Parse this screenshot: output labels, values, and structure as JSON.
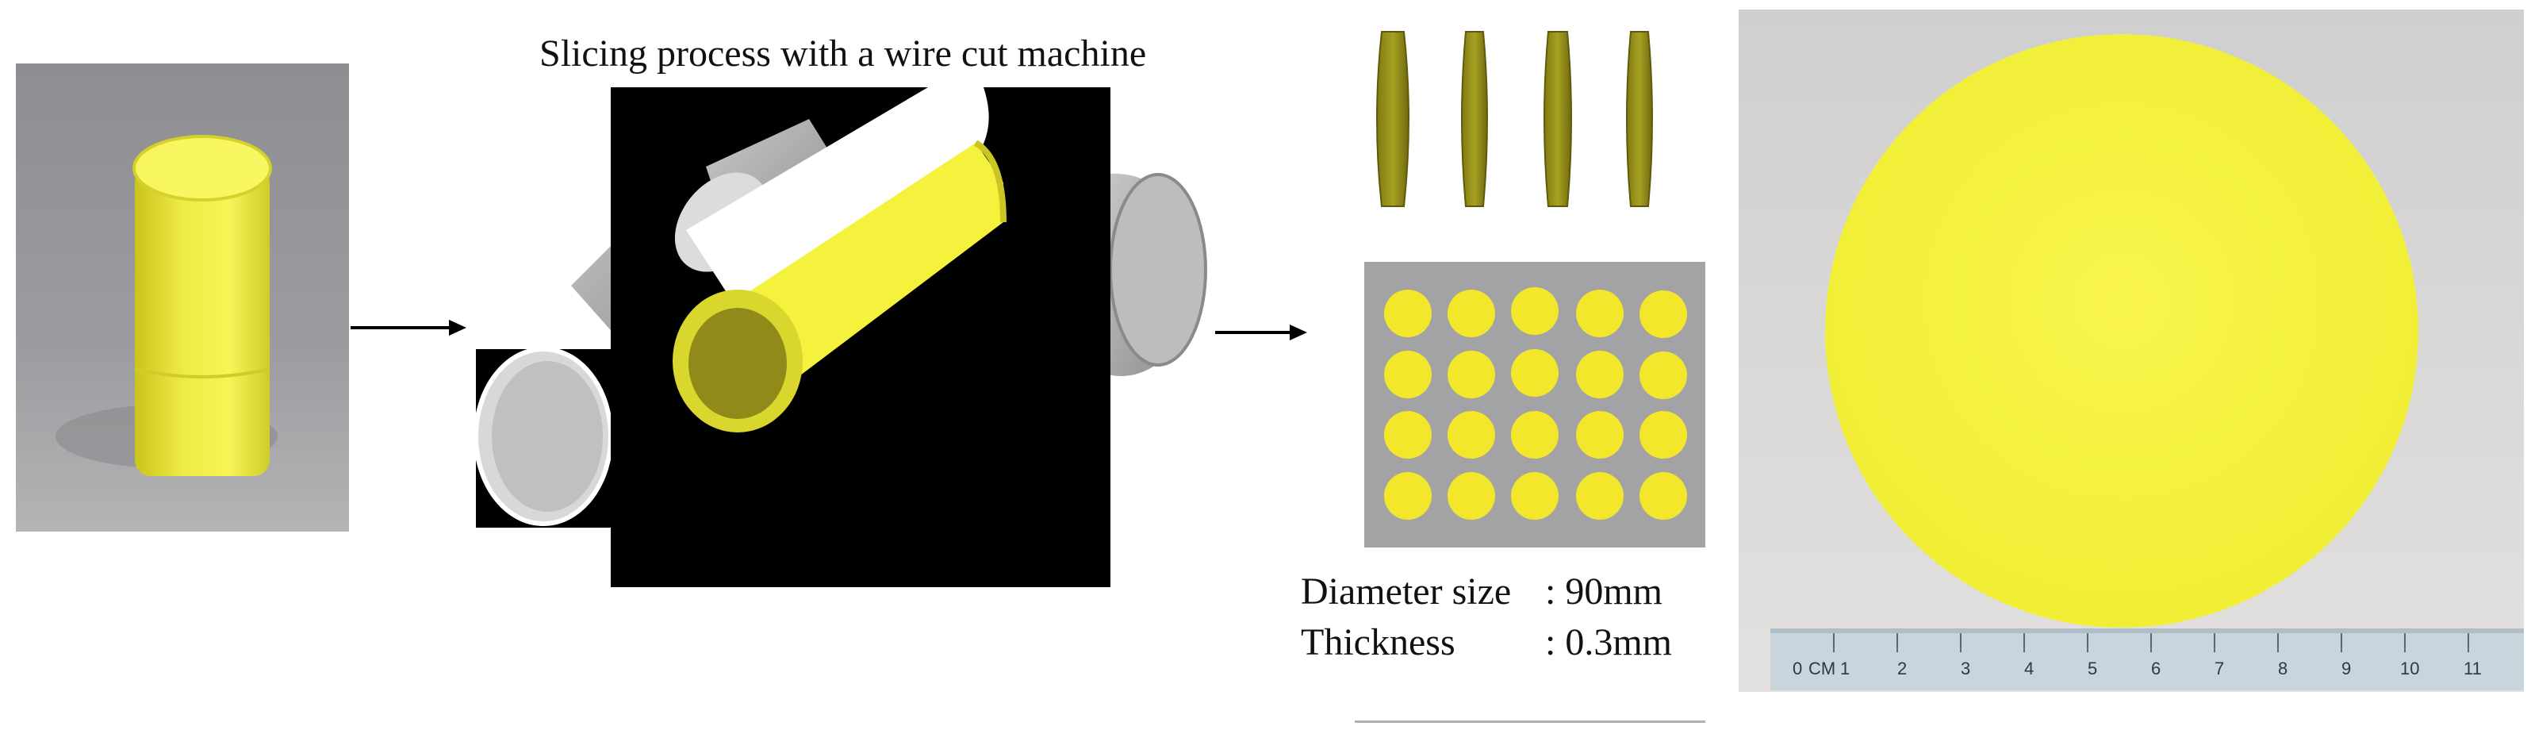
{
  "slicing_caption": "Slicing process with a wire cut machine",
  "specs": {
    "diameter_label": "Diameter size",
    "diameter_value": ": 90mm",
    "thickness_label": "Thickness",
    "thickness_value": ": 0.3mm"
  },
  "ruler": {
    "unit_label": "CM",
    "ticks": [
      "0",
      "1",
      "2",
      "3",
      "4",
      "5",
      "6",
      "7",
      "8",
      "9",
      "10",
      "11"
    ]
  },
  "colors": {
    "sample_yellow": "#f4f23c",
    "dark_olive": "#8f8a19",
    "machine_black": "#000000",
    "background_gray": "#9a9a9c"
  }
}
